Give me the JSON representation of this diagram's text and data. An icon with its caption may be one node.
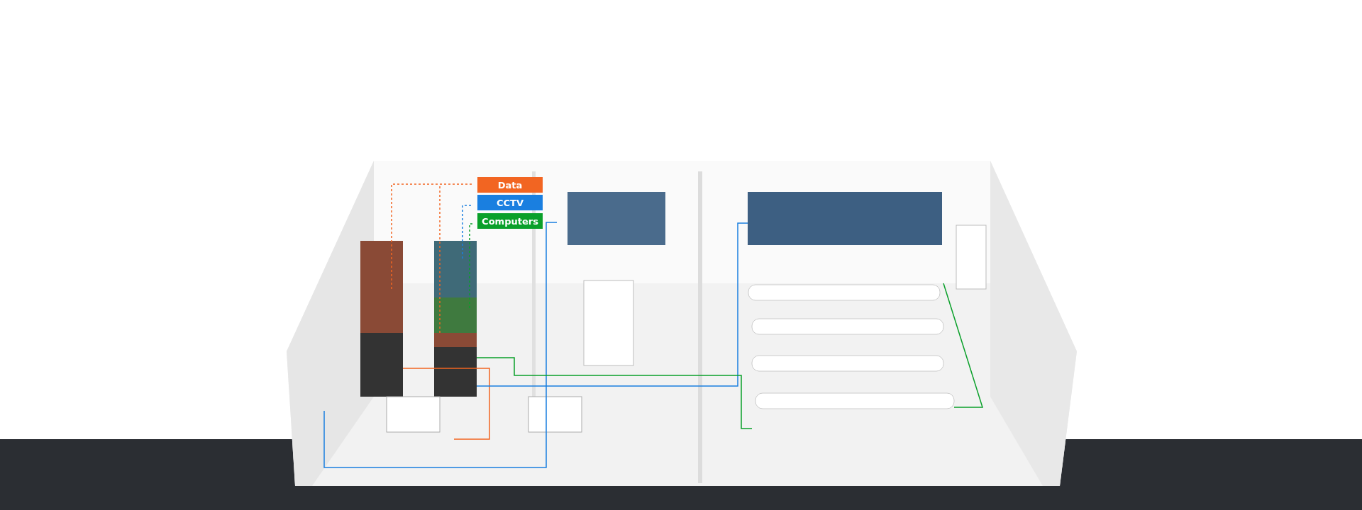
{
  "diagram": {
    "legend": [
      {
        "text": "Data",
        "color": "#f26522"
      },
      {
        "text": "CCTV",
        "color": "#1a7fe0"
      },
      {
        "text": "Computers",
        "color": "#0aa02a"
      }
    ]
  }
}
